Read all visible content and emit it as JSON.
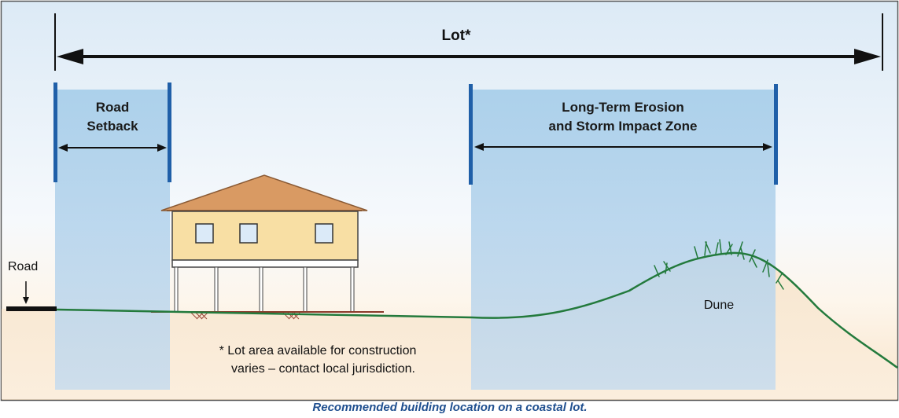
{
  "title": "Lot*",
  "road_setback": {
    "line1": "Road",
    "line2": "Setback"
  },
  "erosion_zone": {
    "line1": "Long-Term Erosion",
    "line2": "and Storm Impact Zone"
  },
  "road_label": "Road",
  "dune_label": "Dune",
  "footnote": {
    "line1": "* Lot area available for construction",
    "line2": "varies – contact local jurisdiction."
  },
  "caption": "Recommended building location on a coastal lot.",
  "colors": {
    "zone_band": "#a9cfea",
    "zone_band_lower": "#c3dbee",
    "bracket_bar": "#1f5fa8",
    "ground_line": "#237a3c",
    "roof": "#d99a63",
    "house_wall": "#f8dfa4",
    "caption_text": "#1f4f8f"
  }
}
